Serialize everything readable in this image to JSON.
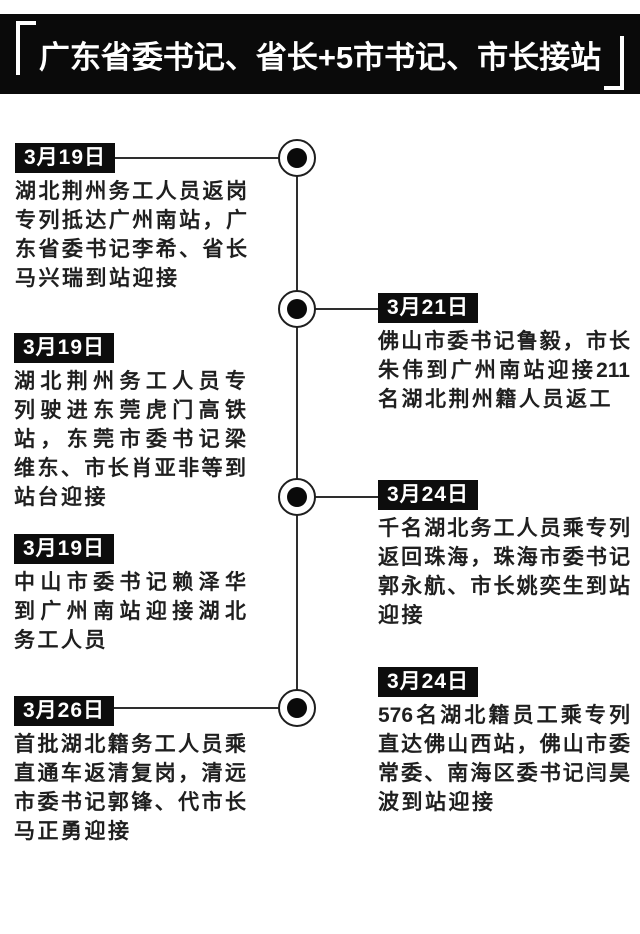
{
  "header": {
    "title": "广东省委书记、省长+5市书记、市长接站"
  },
  "items": [
    {
      "date": "3月19日",
      "side": "left",
      "has_connector": true,
      "lines": [
        "湖北荆州务工人员返岗",
        "专列抵达广州南站，广",
        "东省委书记李希、省长",
        "马兴瑞到站迎接"
      ]
    },
    {
      "date": "3月21日",
      "side": "right",
      "has_connector": true,
      "lines": [
        "佛山市委书记鲁毅，市长",
        "朱伟到广州南站迎接211",
        "名湖北荆州籍人员返工"
      ]
    },
    {
      "date": "3月19日",
      "side": "left",
      "has_connector": false,
      "lines": [
        "湖北荆州务工人员专",
        "列驶进东莞虎门高铁",
        "站，东莞市委书记梁",
        "维东、市长肖亚非等到",
        "站台迎接"
      ]
    },
    {
      "date": "3月24日",
      "side": "right",
      "has_connector": true,
      "lines": [
        "千名湖北务工人员乘专列",
        "返回珠海，珠海市委书记",
        "郭永航、市长姚奕生到站",
        "迎接"
      ]
    },
    {
      "date": "3月19日",
      "side": "left",
      "has_connector": false,
      "lines": [
        "中山市委书记赖泽华",
        "到广州南站迎接湖北",
        "务工人员"
      ]
    },
    {
      "date": "3月24日",
      "side": "right",
      "has_connector": false,
      "lines": [
        "576名湖北籍员工乘专列",
        "直达佛山西站，佛山市委",
        "常委、南海区委书记闫昊",
        "波到站迎接"
      ]
    },
    {
      "date": "3月26日",
      "side": "left",
      "has_connector": true,
      "lines": [
        "首批湖北籍务工人员乘",
        "直通车返清复岗，清远",
        "市委书记郭锋、代市长",
        "马正勇迎接"
      ]
    }
  ],
  "colors": {
    "background": "#ffffff",
    "banner": "#0a0a0a",
    "badge": "#0d0d0d",
    "text": "#1f1f1f",
    "line": "#2e2e2e",
    "banner_text": "#ffffff"
  }
}
